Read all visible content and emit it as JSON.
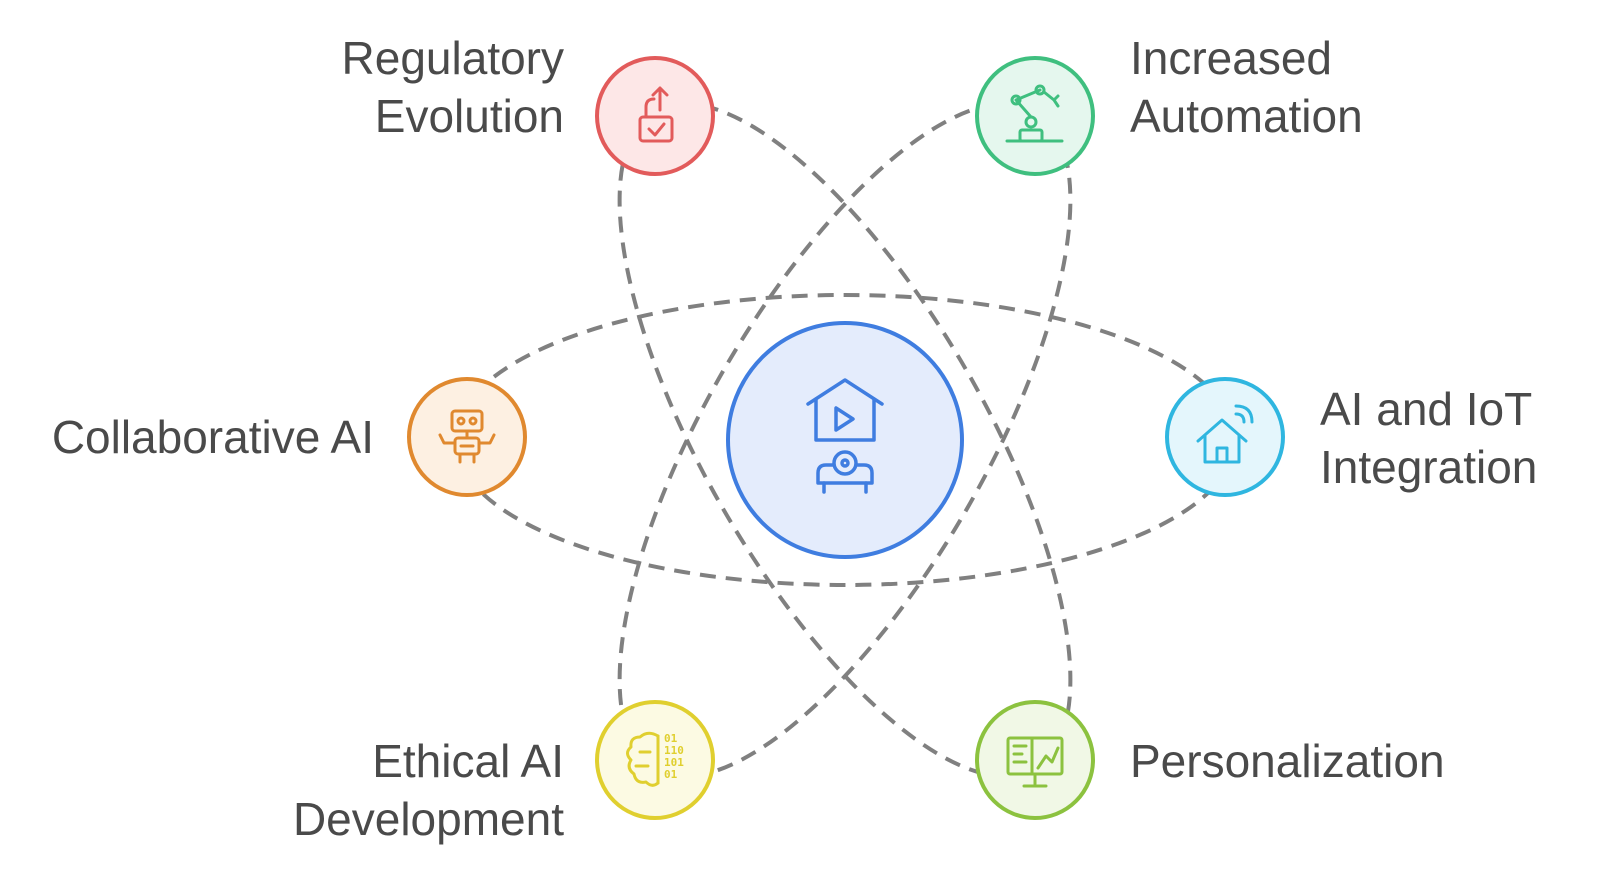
{
  "center": {
    "icon": "smart-home-media-icon",
    "color": "#3f7de0",
    "fill": "#e4ecfc"
  },
  "nodes": [
    {
      "id": "regulatory",
      "icon": "lock-upload-icon",
      "color": "#e25b5b",
      "fill": "#fde7e7",
      "label_lines": [
        "Regulatory",
        "Evolution"
      ]
    },
    {
      "id": "automation",
      "icon": "robot-arm-icon",
      "color": "#3fbf7f",
      "fill": "#e5f7ee",
      "label_lines": [
        "Increased",
        "Automation"
      ]
    },
    {
      "id": "collaborative",
      "icon": "robot-icon",
      "color": "#e0892f",
      "fill": "#fdf0e2",
      "label_lines": [
        "Collaborative AI"
      ]
    },
    {
      "id": "iot",
      "icon": "smart-home-wifi-icon",
      "color": "#2fb6e0",
      "fill": "#e4f6fc",
      "label_lines": [
        "AI and IoT",
        "Integration"
      ]
    },
    {
      "id": "ethical",
      "icon": "brain-binary-icon",
      "color": "#e0cf2f",
      "fill": "#fcfae3",
      "label_lines": [
        "Ethical AI",
        "Development"
      ]
    },
    {
      "id": "personalization",
      "icon": "monitor-dashboard-icon",
      "color": "#8cc23f",
      "fill": "#f1f8e6",
      "label_lines": [
        "Personalization"
      ]
    }
  ],
  "orbit_color": "#808080"
}
